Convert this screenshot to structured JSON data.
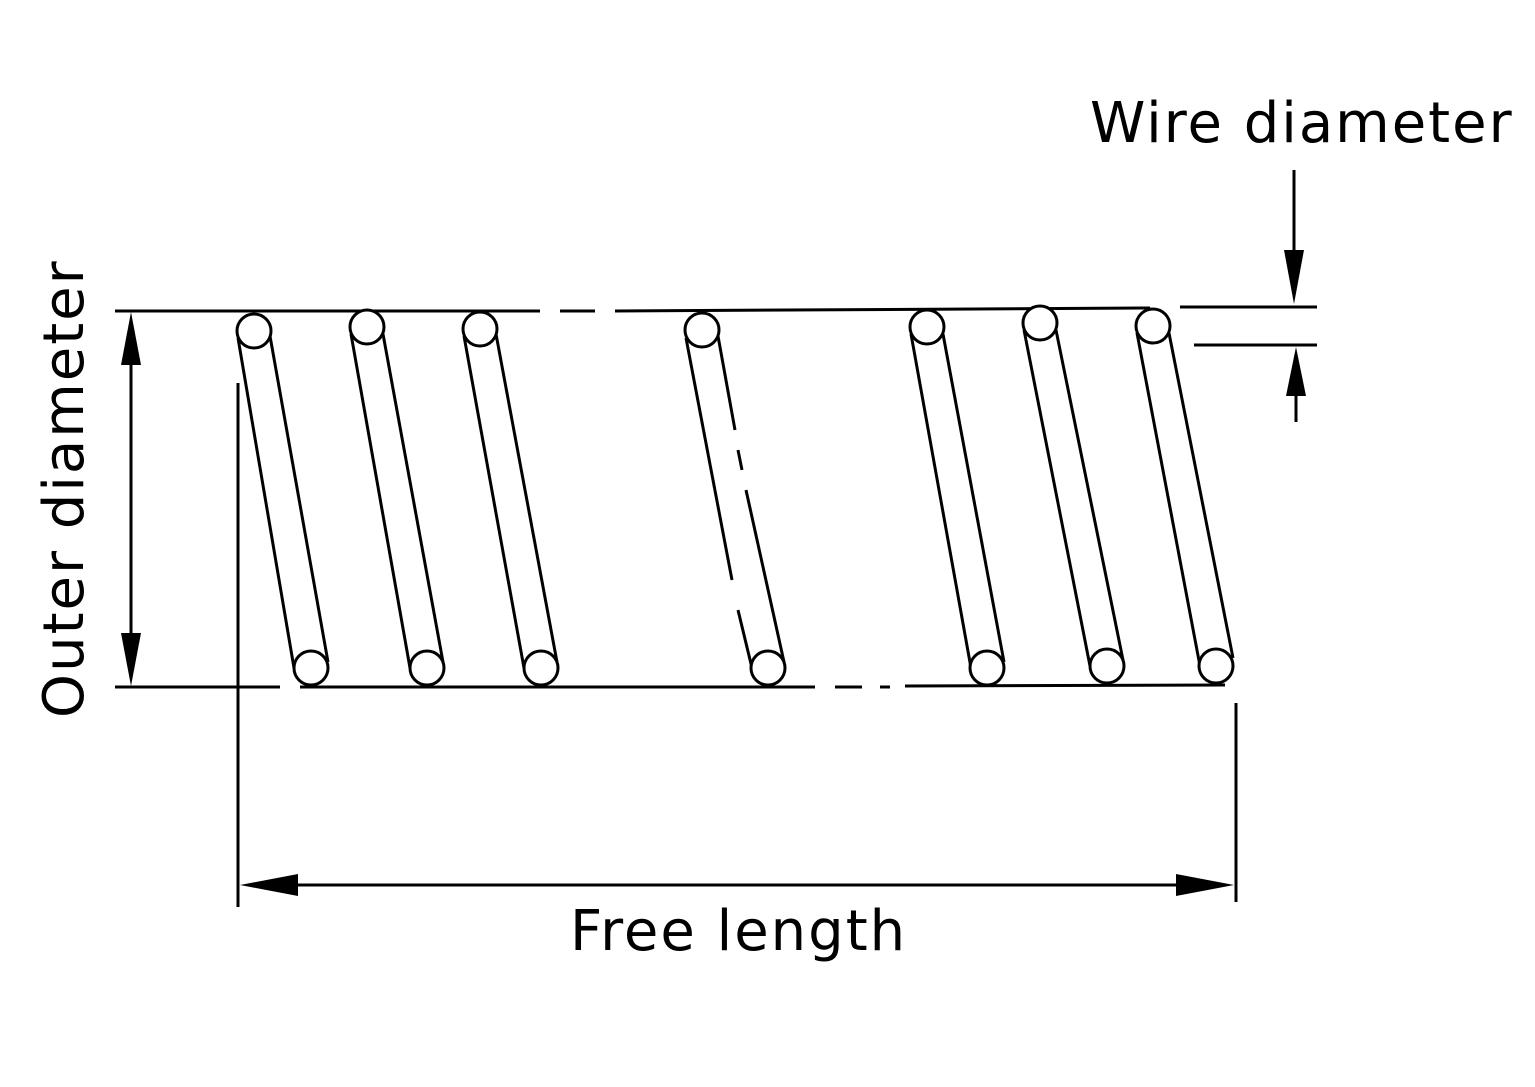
{
  "diagram": {
    "labels": {
      "wire_diameter": "Wire diameter",
      "outer_diameter": "Outer diameter",
      "free_length": "Free length"
    },
    "line_color": "#000000",
    "background_color": "#ffffff"
  }
}
